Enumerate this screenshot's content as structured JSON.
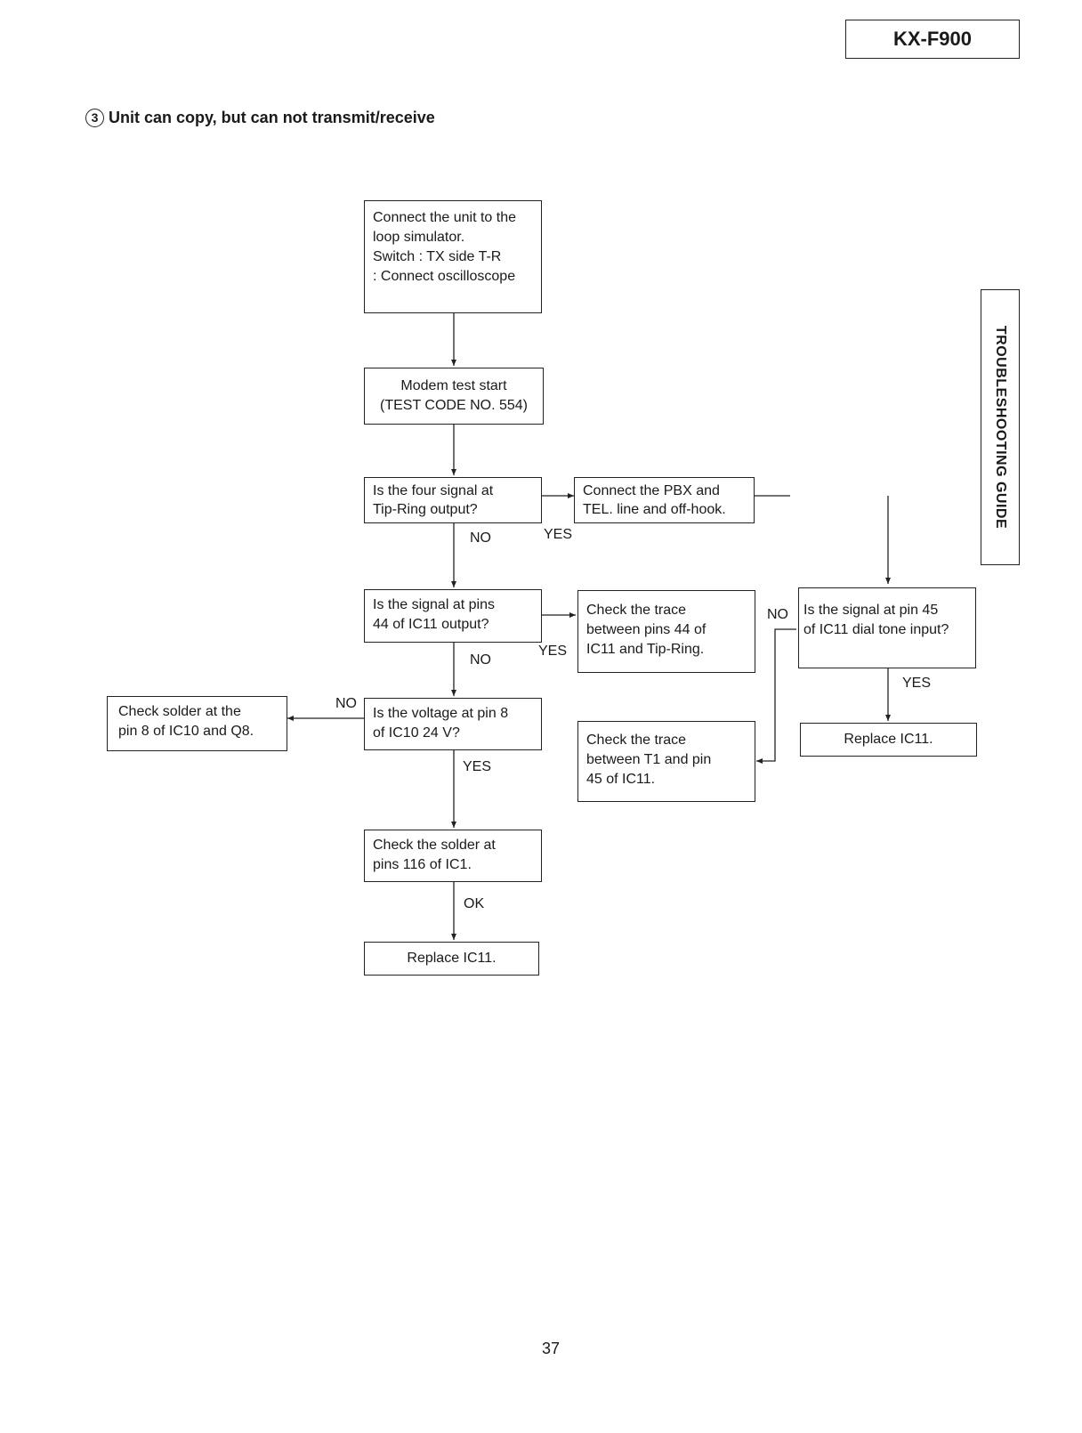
{
  "header": {
    "model": "KX-F900"
  },
  "section": {
    "number": "3",
    "title": "Unit can copy, but can not transmit/receive"
  },
  "side_tab": {
    "label": "TROUBLESHOOTING GUIDE"
  },
  "flow": {
    "connect_unit": "Connect the unit to the\nloop simulator.\nSwitch : TX side T-R\n: Connect oscilloscope",
    "modem_test": "Modem test start\n(TEST CODE NO. 554)",
    "four_signal": "Is the four signal at\nTip-Ring output?",
    "connect_pbx": "Connect the PBX and\nTEL. line and off-hook.",
    "signal_pins44": "Is the signal at pins\n44 of IC11 output?",
    "check_trace_44": "Check the trace\nbetween pins 44 of\nIC11 and Tip-Ring.",
    "signal_pin45": "Is the signal at pin 45\nof IC11 dial tone input?",
    "voltage_pin8": "Is the voltage at pin 8\nof IC10  24 V?",
    "check_solder_pin8": "Check solder at the\npin 8 of IC10 and Q8.",
    "check_trace_t1": "Check the trace\nbetween T1 and pin\n45 of IC11.",
    "replace_ic11_right": "Replace IC11.",
    "check_solder_116": "Check the solder at\npins 116 of IC1.",
    "replace_ic11_bottom": "Replace IC11."
  },
  "labels": {
    "no_1": "NO",
    "yes_1": "YES",
    "no_2": "NO",
    "yes_2": "YES",
    "no_3": "NO",
    "yes_3": "YES",
    "no_4": "NO",
    "yes_4": "YES",
    "ok": "OK"
  },
  "footer": {
    "page": "37"
  }
}
